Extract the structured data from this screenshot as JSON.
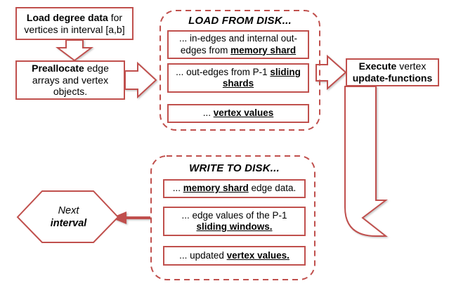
{
  "diagram": {
    "title": "Chi-graph style disk-based vertex processing loop",
    "accent_color": "#c0504d",
    "background": "#ffffff"
  },
  "nodes": {
    "load_degree": {
      "name": "load-degree-data-box",
      "line1_bold": "Load degree data",
      "line1_rest": " for",
      "line2": "vertices in interval [a,b]"
    },
    "preallocate": {
      "name": "preallocate-box",
      "line1_bold": "Preallocate",
      "line1_rest": " edge",
      "line2": "arrays and vertex",
      "line3": "objects."
    },
    "execute": {
      "name": "execute-vertex-update-functions-box",
      "line1_bold": "Execute",
      "line1_rest": " vertex",
      "line2_bold": "update-functions"
    },
    "next_interval": {
      "name": "next-interval-hexagon",
      "line1": "Next",
      "line2": "interval"
    }
  },
  "load_group": {
    "name": "load-from-disk-group",
    "header": "LOAD FROM DISK...",
    "items": [
      {
        "name": "load-item-memory-shard",
        "segments": [
          {
            "text": "... in-edges and internal out-",
            "style": "plain"
          },
          {
            "text": "edges from ",
            "style": "plain"
          },
          {
            "text": "memory shard",
            "style": "bold-underline"
          }
        ]
      },
      {
        "name": "load-item-sliding-shards",
        "segments": [
          {
            "text": "... out-edges from P-1 ",
            "style": "plain"
          },
          {
            "text": "sliding",
            "style": "bold-underline"
          },
          {
            "text": "shards",
            "style": "bold-underline"
          }
        ]
      },
      {
        "name": "load-item-vertex-values",
        "segments": [
          {
            "text": "... ",
            "style": "plain"
          },
          {
            "text": "vertex values",
            "style": "bold-underline"
          }
        ]
      }
    ]
  },
  "write_group": {
    "name": "write-to-disk-group",
    "header": "WRITE TO DISK...",
    "items": [
      {
        "name": "write-item-memory-shard",
        "segments": [
          {
            "text": "... ",
            "style": "plain"
          },
          {
            "text": "memory shard",
            "style": "bold-underline"
          },
          {
            "text": " edge data.",
            "style": "plain"
          }
        ]
      },
      {
        "name": "write-item-sliding-windows",
        "segments": [
          {
            "text": "... edge values of the P-1",
            "style": "plain"
          },
          {
            "text": "sliding  windows.",
            "style": "bold-underline"
          }
        ]
      },
      {
        "name": "write-item-vertex-values",
        "segments": [
          {
            "text": "... updated ",
            "style": "plain"
          },
          {
            "text": "vertex values.",
            "style": "bold-underline"
          }
        ]
      }
    ]
  },
  "connectors": [
    {
      "name": "arrow-load-degree-to-preallocate",
      "kind": "block-arrow-down"
    },
    {
      "name": "arrow-preallocate-to-load-group",
      "kind": "block-arrow-right"
    },
    {
      "name": "arrow-load-group-to-execute",
      "kind": "block-arrow-right"
    },
    {
      "name": "arrow-execute-to-write-group",
      "kind": "block-arrow-curved-left"
    },
    {
      "name": "arrow-write-group-to-next-interval",
      "kind": "line-arrow-left"
    }
  ]
}
